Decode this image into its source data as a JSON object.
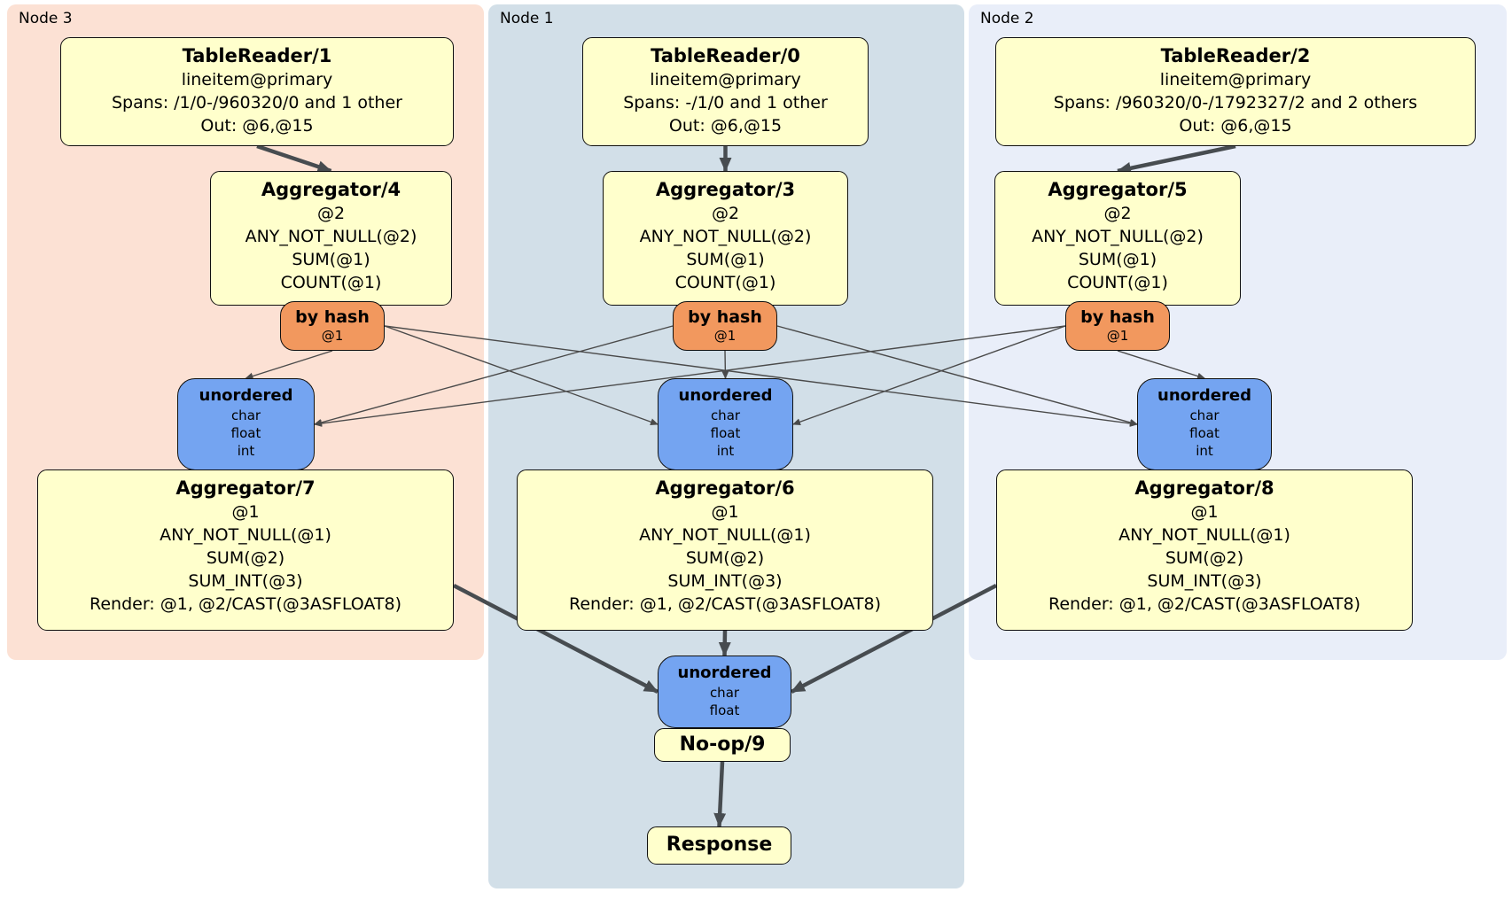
{
  "regions": {
    "node3": {
      "label": "Node 3"
    },
    "node1": {
      "label": "Node 1"
    },
    "node2": {
      "label": "Node 2"
    }
  },
  "boxes": {
    "tr1": {
      "title": "TableReader/1",
      "lines": [
        "lineitem@primary",
        "Spans: /1/0-/960320/0 and 1 other",
        "Out: @6,@15"
      ]
    },
    "agg4": {
      "title": "Aggregator/4",
      "lines": [
        "@2",
        "ANY_NOT_NULL(@2)",
        "SUM(@1)",
        "COUNT(@1)"
      ]
    },
    "router4": {
      "title": "by hash",
      "lines": [
        "@1"
      ]
    },
    "sync7": {
      "title": "unordered",
      "lines": [
        "char",
        "float",
        "int"
      ]
    },
    "agg7": {
      "title": "Aggregator/7",
      "lines": [
        "@1",
        "ANY_NOT_NULL(@1)",
        "SUM(@2)",
        "SUM_INT(@3)",
        "Render: @1, @2/CAST(@3ASFLOAT8)"
      ]
    },
    "tr0": {
      "title": "TableReader/0",
      "lines": [
        "lineitem@primary",
        "Spans: -/1/0 and 1 other",
        "Out: @6,@15"
      ]
    },
    "agg3": {
      "title": "Aggregator/3",
      "lines": [
        "@2",
        "ANY_NOT_NULL(@2)",
        "SUM(@1)",
        "COUNT(@1)"
      ]
    },
    "router3": {
      "title": "by hash",
      "lines": [
        "@1"
      ]
    },
    "sync6": {
      "title": "unordered",
      "lines": [
        "char",
        "float",
        "int"
      ]
    },
    "agg6": {
      "title": "Aggregator/6",
      "lines": [
        "@1",
        "ANY_NOT_NULL(@1)",
        "SUM(@2)",
        "SUM_INT(@3)",
        "Render: @1, @2/CAST(@3ASFLOAT8)"
      ]
    },
    "syncF": {
      "title": "unordered",
      "lines": [
        "char",
        "float"
      ]
    },
    "noop": {
      "title": "No-op/9"
    },
    "resp": {
      "title": "Response"
    },
    "tr2": {
      "title": "TableReader/2",
      "lines": [
        "lineitem@primary",
        "Spans: /960320/0-/1792327/2 and 2 others",
        "Out: @6,@15"
      ]
    },
    "agg5": {
      "title": "Aggregator/5",
      "lines": [
        "@2",
        "ANY_NOT_NULL(@2)",
        "SUM(@1)",
        "COUNT(@1)"
      ]
    },
    "router5": {
      "title": "by hash",
      "lines": [
        "@1"
      ]
    },
    "sync8": {
      "title": "unordered",
      "lines": [
        "char",
        "float",
        "int"
      ]
    },
    "agg8": {
      "title": "Aggregator/8",
      "lines": [
        "@1",
        "ANY_NOT_NULL(@1)",
        "SUM(@2)",
        "SUM_INT(@3)",
        "Render: @1, @2/CAST(@3ASFLOAT8)"
      ]
    }
  },
  "edges": [
    {
      "from": "tr1",
      "to": "agg4",
      "type": "thick",
      "a1": "bottom",
      "a2": "top"
    },
    {
      "from": "tr0",
      "to": "agg3",
      "type": "thick",
      "a1": "bottom",
      "a2": "top"
    },
    {
      "from": "tr2",
      "to": "agg5",
      "type": "thick",
      "a1": "bottom",
      "a2": "top"
    },
    {
      "from": "router4",
      "to": "sync7",
      "type": "thin",
      "a1": "bottom",
      "a2": "top"
    },
    {
      "from": "router4",
      "to": "sync6",
      "type": "thin",
      "a1": "right",
      "a2": "left"
    },
    {
      "from": "router4",
      "to": "sync8",
      "type": "thin",
      "a1": "right",
      "a2": "left"
    },
    {
      "from": "router3",
      "to": "sync7",
      "type": "thin",
      "a1": "left",
      "a2": "right"
    },
    {
      "from": "router3",
      "to": "sync6",
      "type": "thin",
      "a1": "bottom",
      "a2": "top"
    },
    {
      "from": "router3",
      "to": "sync8",
      "type": "thin",
      "a1": "right",
      "a2": "left"
    },
    {
      "from": "router5",
      "to": "sync7",
      "type": "thin",
      "a1": "left",
      "a2": "right"
    },
    {
      "from": "router5",
      "to": "sync6",
      "type": "thin",
      "a1": "left",
      "a2": "right"
    },
    {
      "from": "router5",
      "to": "sync8",
      "type": "thin",
      "a1": "bottom",
      "a2": "top"
    },
    {
      "from": "agg7",
      "to": "syncF",
      "type": "thick",
      "a1": "rightlow",
      "a2": "left"
    },
    {
      "from": "agg6",
      "to": "syncF",
      "type": "thick",
      "a1": "bottom",
      "a2": "top"
    },
    {
      "from": "agg8",
      "to": "syncF",
      "type": "thick",
      "a1": "leftlow",
      "a2": "right"
    },
    {
      "from": "noop",
      "to": "resp",
      "type": "thick",
      "a1": "bottom",
      "a2": "top"
    }
  ],
  "colors": {
    "operator_box": "#ffffcc",
    "hash_router": "#f2985e",
    "sync_box": "#74a4f1",
    "region_node3": "#fce1d4",
    "region_node1": "#d2dfe8",
    "region_node2": "#e9eef9",
    "edge": "#474c50"
  }
}
